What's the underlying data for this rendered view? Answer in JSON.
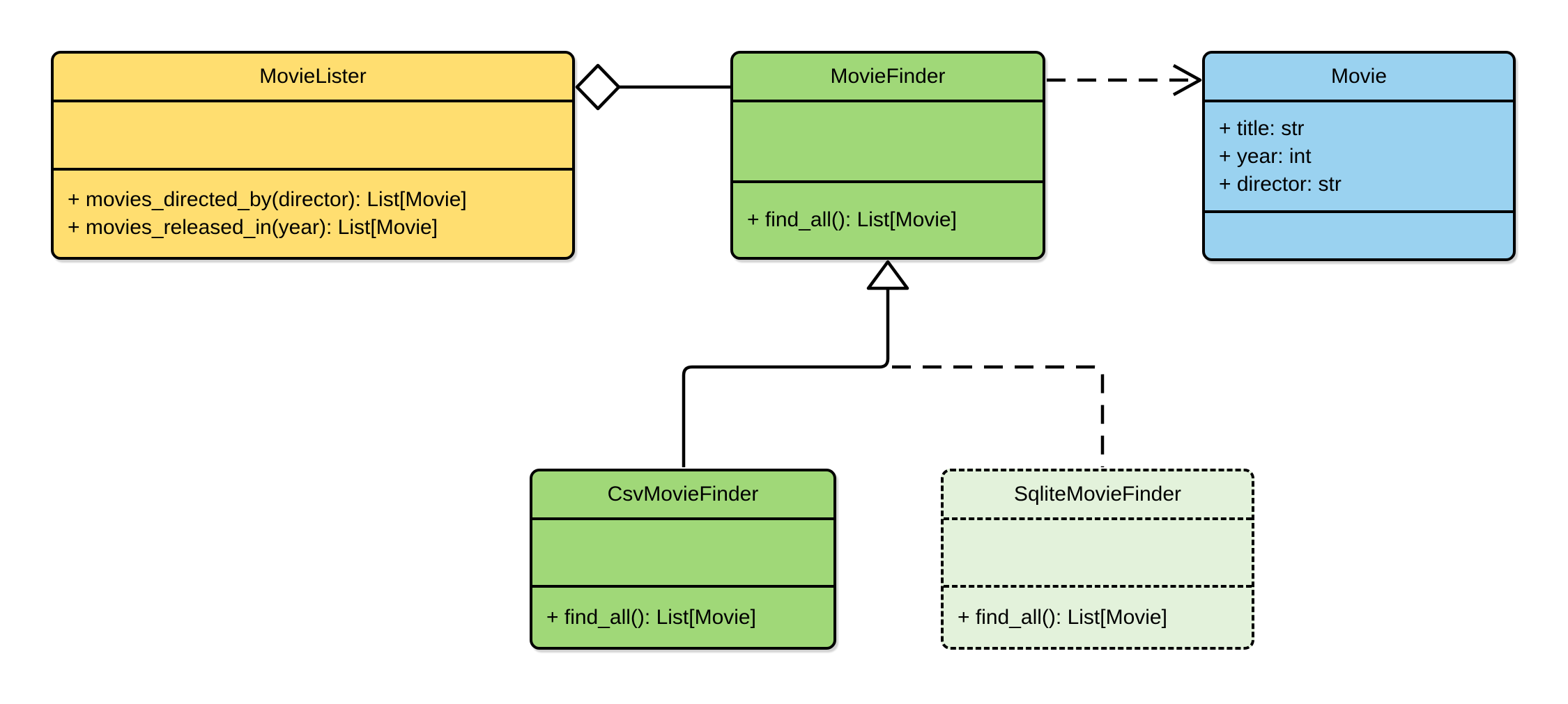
{
  "diagram": {
    "kind": "uml-class-diagram",
    "colors": {
      "stroke": "#000000",
      "background": "#ffffff",
      "yellow": "#ffde70",
      "green": "#a0d878",
      "blue": "#9ad2f0",
      "light_green": "#e3f2db"
    },
    "classes": [
      {
        "name": "MovieLister",
        "fill": "#ffde70",
        "border": "solid",
        "attributes": [],
        "methods": [
          "+ movies_directed_by(director): List[Movie]",
          "+ movies_released_in(year): List[Movie]"
        ]
      },
      {
        "name": "MovieFinder",
        "fill": "#a0d878",
        "border": "solid",
        "attributes": [],
        "methods": [
          "+ find_all(): List[Movie]"
        ]
      },
      {
        "name": "Movie",
        "fill": "#9ad2f0",
        "border": "solid",
        "attributes": [
          "+ title: str",
          "+ year: int",
          "+ director: str"
        ],
        "methods": []
      },
      {
        "name": "CsvMovieFinder",
        "fill": "#a0d878",
        "border": "solid",
        "attributes": [],
        "methods": [
          "+ find_all(): List[Movie]"
        ]
      },
      {
        "name": "SqliteMovieFinder",
        "fill": "#e3f2db",
        "border": "dashed",
        "attributes": [],
        "methods": [
          "+ find_all(): List[Movie]"
        ]
      }
    ],
    "relationships": [
      {
        "type": "aggregation",
        "owner": "MovieLister",
        "part": "MovieFinder",
        "line": "solid",
        "marker": "open-diamond"
      },
      {
        "type": "dependency",
        "from": "MovieFinder",
        "to": "Movie",
        "line": "dashed",
        "marker": "open-arrow"
      },
      {
        "type": "generalization",
        "child": "CsvMovieFinder",
        "parent": "MovieFinder",
        "line": "solid",
        "marker": "hollow-triangle"
      },
      {
        "type": "generalization",
        "child": "SqliteMovieFinder",
        "parent": "MovieFinder",
        "line": "dashed",
        "marker": "hollow-triangle"
      }
    ]
  }
}
